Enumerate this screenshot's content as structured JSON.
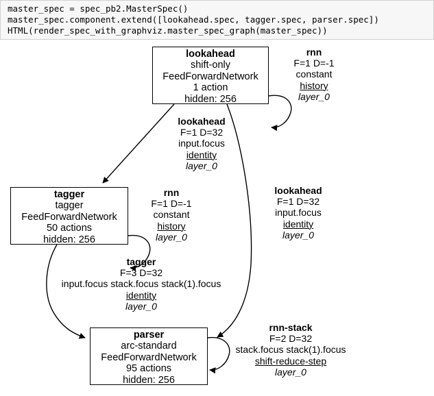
{
  "code_cell": {
    "lines": [
      "master_spec = spec_pb2.MasterSpec()",
      "master_spec.component.extend([lookahead.spec, tagger.spec, parser.spec])",
      "HTML(render_spec_with_graphviz.master_spec_graph(master_spec))"
    ],
    "background": "#f7f7f7",
    "border_color": "#cfcfcf"
  },
  "graph": {
    "nodes": [
      {
        "id": "lookahead",
        "title": "lookahead",
        "lines": [
          "shift-only",
          "FeedForwardNetwork",
          "1 action",
          "hidden: 256"
        ]
      },
      {
        "id": "tagger",
        "title": "tagger",
        "lines": [
          "tagger",
          "FeedForwardNetwork",
          "50 actions",
          "hidden: 256"
        ]
      },
      {
        "id": "parser",
        "title": "parser",
        "lines": [
          "arc-standard",
          "FeedForwardNetwork",
          "95 actions",
          "hidden: 256"
        ]
      }
    ],
    "edge_labels": [
      {
        "id": "rnn-lookahead-self",
        "title": "rnn",
        "dims": "F=1 D=-1",
        "features": "constant",
        "network": "history",
        "layer": "layer_0"
      },
      {
        "id": "lookahead-to-tagger",
        "title": "lookahead",
        "dims": "F=1 D=32",
        "features": "input.focus",
        "network": "identity",
        "layer": "layer_0"
      },
      {
        "id": "rnn-tagger-self",
        "title": "rnn",
        "dims": "F=1 D=-1",
        "features": "constant",
        "network": "history",
        "layer": "layer_0"
      },
      {
        "id": "lookahead-to-parser",
        "title": "lookahead",
        "dims": "F=1 D=32",
        "features": "input.focus",
        "network": "identity",
        "layer": "layer_0"
      },
      {
        "id": "tagger-to-parser",
        "title": "tagger",
        "dims": "F=3 D=32",
        "features": "input.focus stack.focus stack(1).focus",
        "network": "identity",
        "layer": "layer_0"
      },
      {
        "id": "rnn-stack-parser-self",
        "title": "rnn-stack",
        "dims": "F=2 D=32",
        "features": "stack.focus stack(1).focus",
        "network": "shift-reduce-step",
        "layer": "layer_0"
      }
    ],
    "edge_color": "#000000",
    "node_border_color": "#000000",
    "node_fill": "#ffffff"
  }
}
